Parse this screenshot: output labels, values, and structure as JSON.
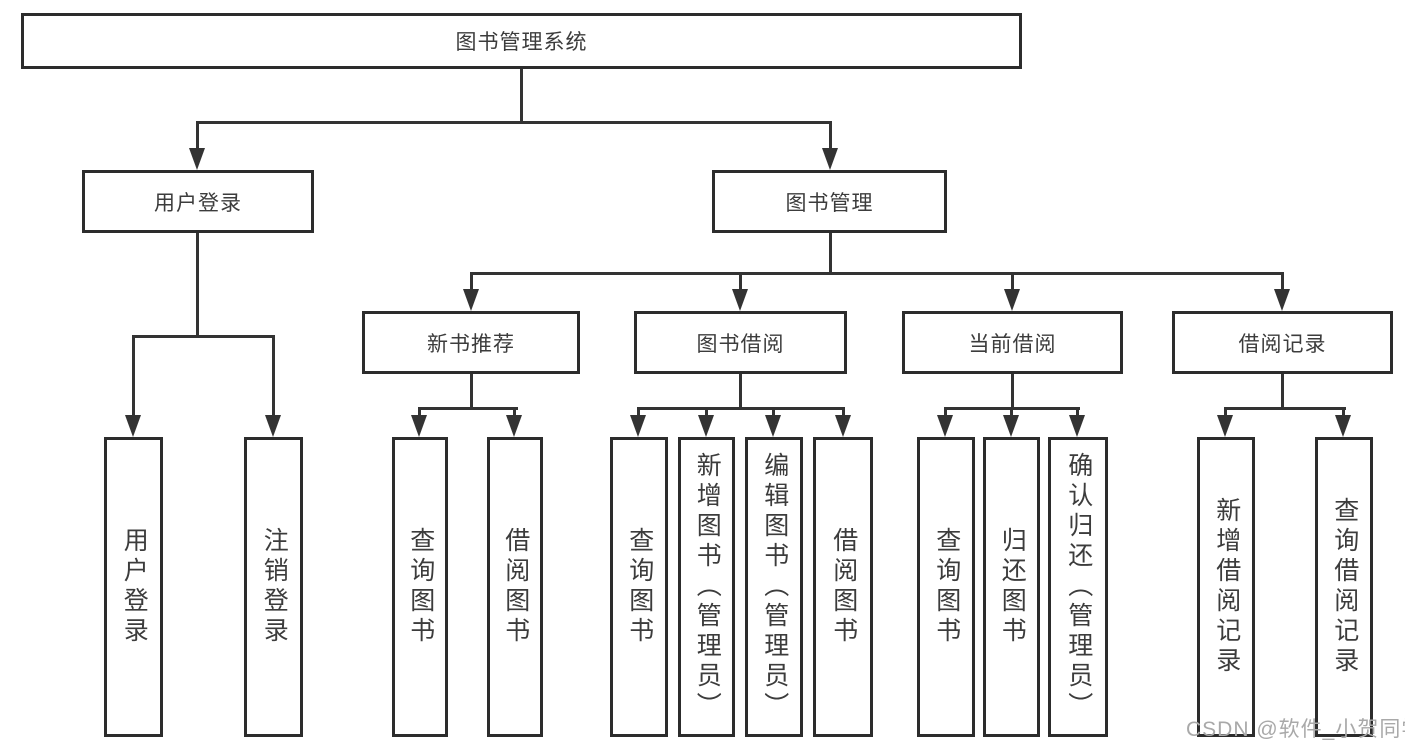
{
  "diagram": {
    "root": {
      "label": "图书管理系统"
    },
    "level2": [
      {
        "label": "用户登录"
      },
      {
        "label": "图书管理"
      }
    ],
    "level3": [
      {
        "label": "新书推荐"
      },
      {
        "label": "图书借阅"
      },
      {
        "label": "当前借阅"
      },
      {
        "label": "借阅记录"
      }
    ],
    "leaves": [
      {
        "label": "用户登录"
      },
      {
        "label": "注销登录"
      },
      {
        "label": "查询图书"
      },
      {
        "label": "借阅图书"
      },
      {
        "label": "查询图书"
      },
      {
        "label": "新增图书（管理员）"
      },
      {
        "label": "编辑图书（管理员）"
      },
      {
        "label": "借阅图书"
      },
      {
        "label": "查询图书"
      },
      {
        "label": "归还图书"
      },
      {
        "label": "确认归还（管理员）"
      },
      {
        "label": "新增借阅记录"
      },
      {
        "label": "查询借阅记录"
      }
    ],
    "watermark": "CSDN @软件_小贺同学",
    "colors": {
      "line": "#333333",
      "border": "#2c2c2c",
      "text": "#3c3c3c",
      "watermark": "#a9a9a9",
      "background": "#ffffff"
    }
  }
}
